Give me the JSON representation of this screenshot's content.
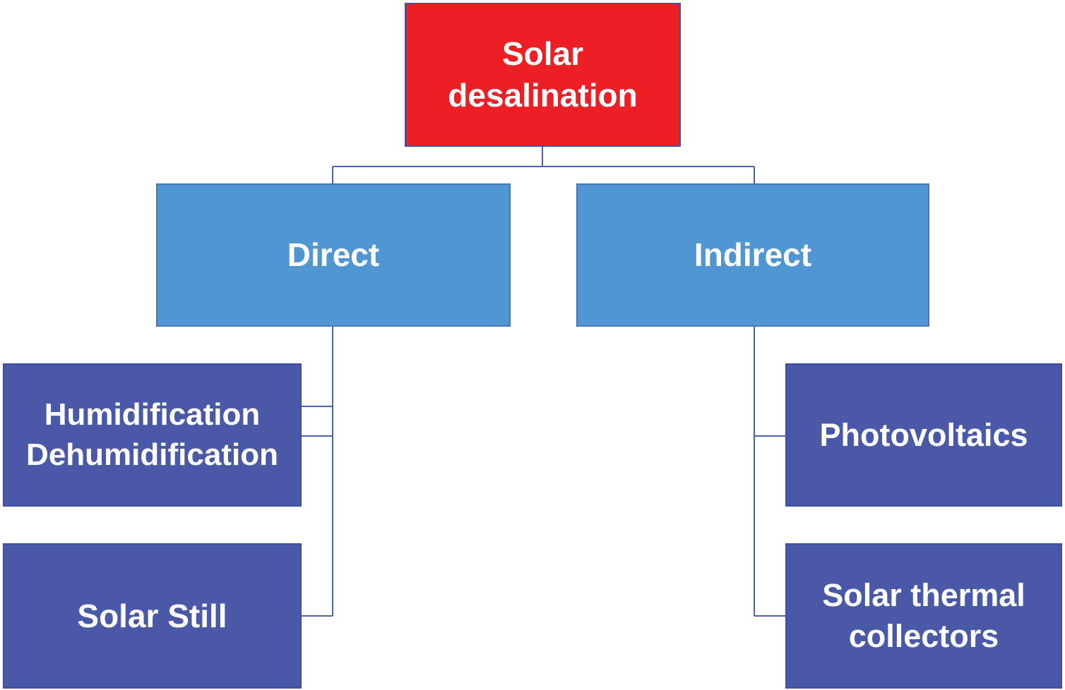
{
  "diagram": {
    "root": {
      "label": "Solar\ndesalination",
      "color": "#ec2024"
    },
    "direct": {
      "label": "Direct",
      "color": "#5096d2",
      "children": [
        {
          "label": "Humidification\nDehumidification",
          "color": "#4959a7"
        },
        {
          "label": "Solar Still",
          "color": "#4959a7"
        }
      ]
    },
    "indirect": {
      "label": "Indirect",
      "color": "#5096d2",
      "children": [
        {
          "label": "Photovoltaics",
          "color": "#4959a7"
        },
        {
          "label": "Solar thermal\ncollectors",
          "color": "#4959a7"
        }
      ]
    },
    "connector_color": "#4a63b0"
  }
}
